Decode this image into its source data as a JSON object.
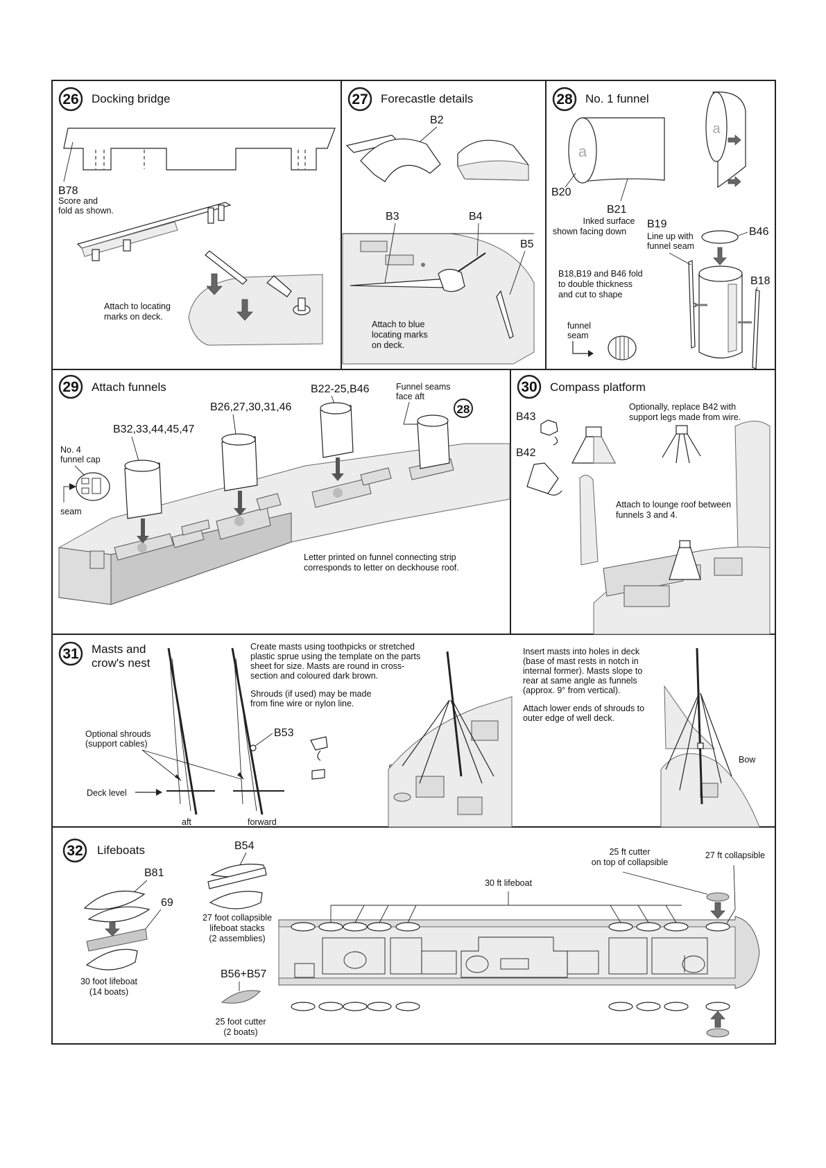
{
  "colors": {
    "border": "#222222",
    "part_gray": "#d9d9d9",
    "arrow_gray": "#777777"
  },
  "steps": [
    {
      "number": "26",
      "title": "Docking bridge",
      "labels": {
        "part": "B78",
        "note1": "Score and",
        "note2": "fold as shown.",
        "attach1": "Attach to locating",
        "attach2": "marks on deck."
      }
    },
    {
      "number": "27",
      "title": "Forecastle details",
      "labels": {
        "b2": "B2",
        "b3": "B3",
        "b4": "B4",
        "b5": "B5",
        "attach1": "Attach to blue",
        "attach2": "locating marks",
        "attach3": "on deck."
      }
    },
    {
      "number": "28",
      "title": "No. 1 funnel",
      "labels": {
        "a1": "a",
        "a2": "a",
        "b20": "B20",
        "b21": "B21",
        "inked1": "Inked surface",
        "inked2": "shown facing down",
        "b19": "B19",
        "lineup1": "Line up with",
        "lineup2": "funnel seam",
        "b46": "B46",
        "fold1": "B18,B19 and B46 fold",
        "fold2": "to double thickness",
        "fold3": "and cut to shape",
        "b18": "B18",
        "seam1": "funnel",
        "seam2": "seam"
      }
    },
    {
      "number": "29",
      "title": "Attach funnels",
      "labels": {
        "f4": "B32,33,44,45,47",
        "f3": "B26,27,30,31,46",
        "f2": "B22-25,B46",
        "seams1": "Funnel seams",
        "seams2": "face aft",
        "ref": "28",
        "cap1": "No. 4",
        "cap2": "funnel cap",
        "seam": "seam",
        "letter1": "Letter printed on funnel connecting strip",
        "letter2": "corresponds to letter on deckhouse roof."
      }
    },
    {
      "number": "30",
      "title": "Compass platform",
      "labels": {
        "b43": "B43",
        "b42": "B42",
        "opt1": "Optionally, replace B42 with",
        "opt2": "support legs made from wire.",
        "attach1": "Attach to lounge roof between",
        "attach2": "funnels 3 and 4."
      }
    },
    {
      "number": "31",
      "title_line1": "Masts and",
      "title_line2": "crow's nest",
      "labels": {
        "create1": "Create masts using toothpicks or stretched",
        "create2": "plastic sprue using the template on the parts",
        "create3": "sheet for size. Masts are round in cross-",
        "create4": "section and coloured dark brown.",
        "shroud1": "Shrouds (if used) may be made",
        "shroud2": "from fine wire or nylon line.",
        "opt1": "Optional shrouds",
        "opt2": "(support cables)",
        "deck": "Deck level",
        "aft": "aft",
        "forward": "forward",
        "b53": "B53",
        "stern": "Stern",
        "insert1": "Insert masts into holes in deck",
        "insert2": "(base of mast rests in notch in",
        "insert3": "internal former). Masts slope to",
        "insert4": "rear at same angle as funnels",
        "insert5": "(approx. 9° from vertical).",
        "lower1": "Attach lower ends of shrouds to",
        "lower2": "outer edge of well deck.",
        "bow": "Bow"
      }
    },
    {
      "number": "32",
      "title": "Lifeboats",
      "labels": {
        "b81": "B81",
        "n69": "69",
        "boat30a": "30 foot lifeboat",
        "boat30b": "(14 boats)",
        "b54": "B54",
        "coll1": "27 foot collapsible",
        "coll2": "lifeboat stacks",
        "coll3": "(2 assemblies)",
        "b5657": "B56+B57",
        "cut1": "25 foot cutter",
        "cut2": "(2 boats)",
        "lb30": "30 ft lifeboat",
        "cutter1": "25 ft cutter",
        "cutter2": "on top of collapsible",
        "coll27": "27 ft collapsible"
      }
    }
  ]
}
